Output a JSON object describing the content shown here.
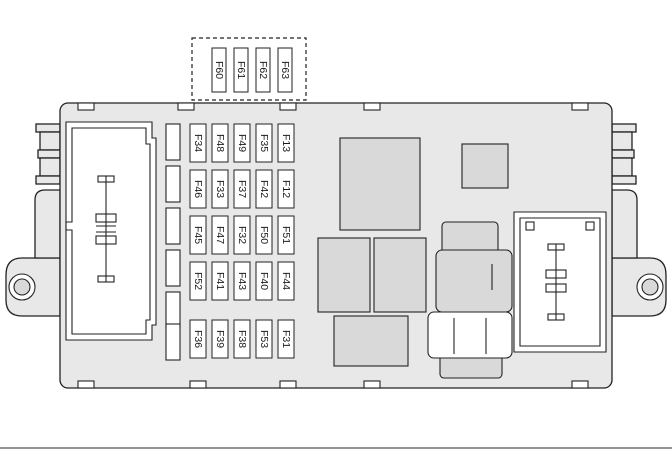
{
  "fuses": {
    "spare_group": [
      "F60",
      "F61",
      "F62",
      "F63"
    ],
    "row1": [
      "F34",
      "F48",
      "F49",
      "F35",
      "F13"
    ],
    "row2": [
      "F46",
      "F33",
      "F37",
      "F42",
      "F12"
    ],
    "row3": [
      "F45",
      "F47",
      "F32",
      "F50",
      "F51"
    ],
    "row4": [
      "F52",
      "F41",
      "F43",
      "F40",
      "F44"
    ],
    "row5": [
      "F36",
      "F39",
      "F38",
      "F53",
      "F31"
    ]
  }
}
